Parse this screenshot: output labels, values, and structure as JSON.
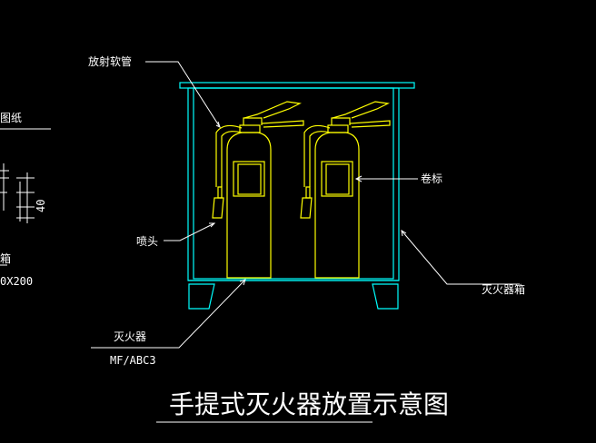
{
  "title": "手提式灭火器放置示意图",
  "labels": {
    "discharge_hose": "放射软管",
    "nozzle": "喷头",
    "extinguisher": "灭火器",
    "model": "MF/ABC3",
    "tag": "卷标",
    "cabinet": "灭火器箱"
  },
  "left_fragments": {
    "drawing": "图纸",
    "box": "箱",
    "size": "0X200",
    "dimension": "40"
  },
  "colors": {
    "background": "#000000",
    "cabinet": "#00ffff",
    "extinguisher": "#ffff00",
    "leader": "#ffffff"
  }
}
